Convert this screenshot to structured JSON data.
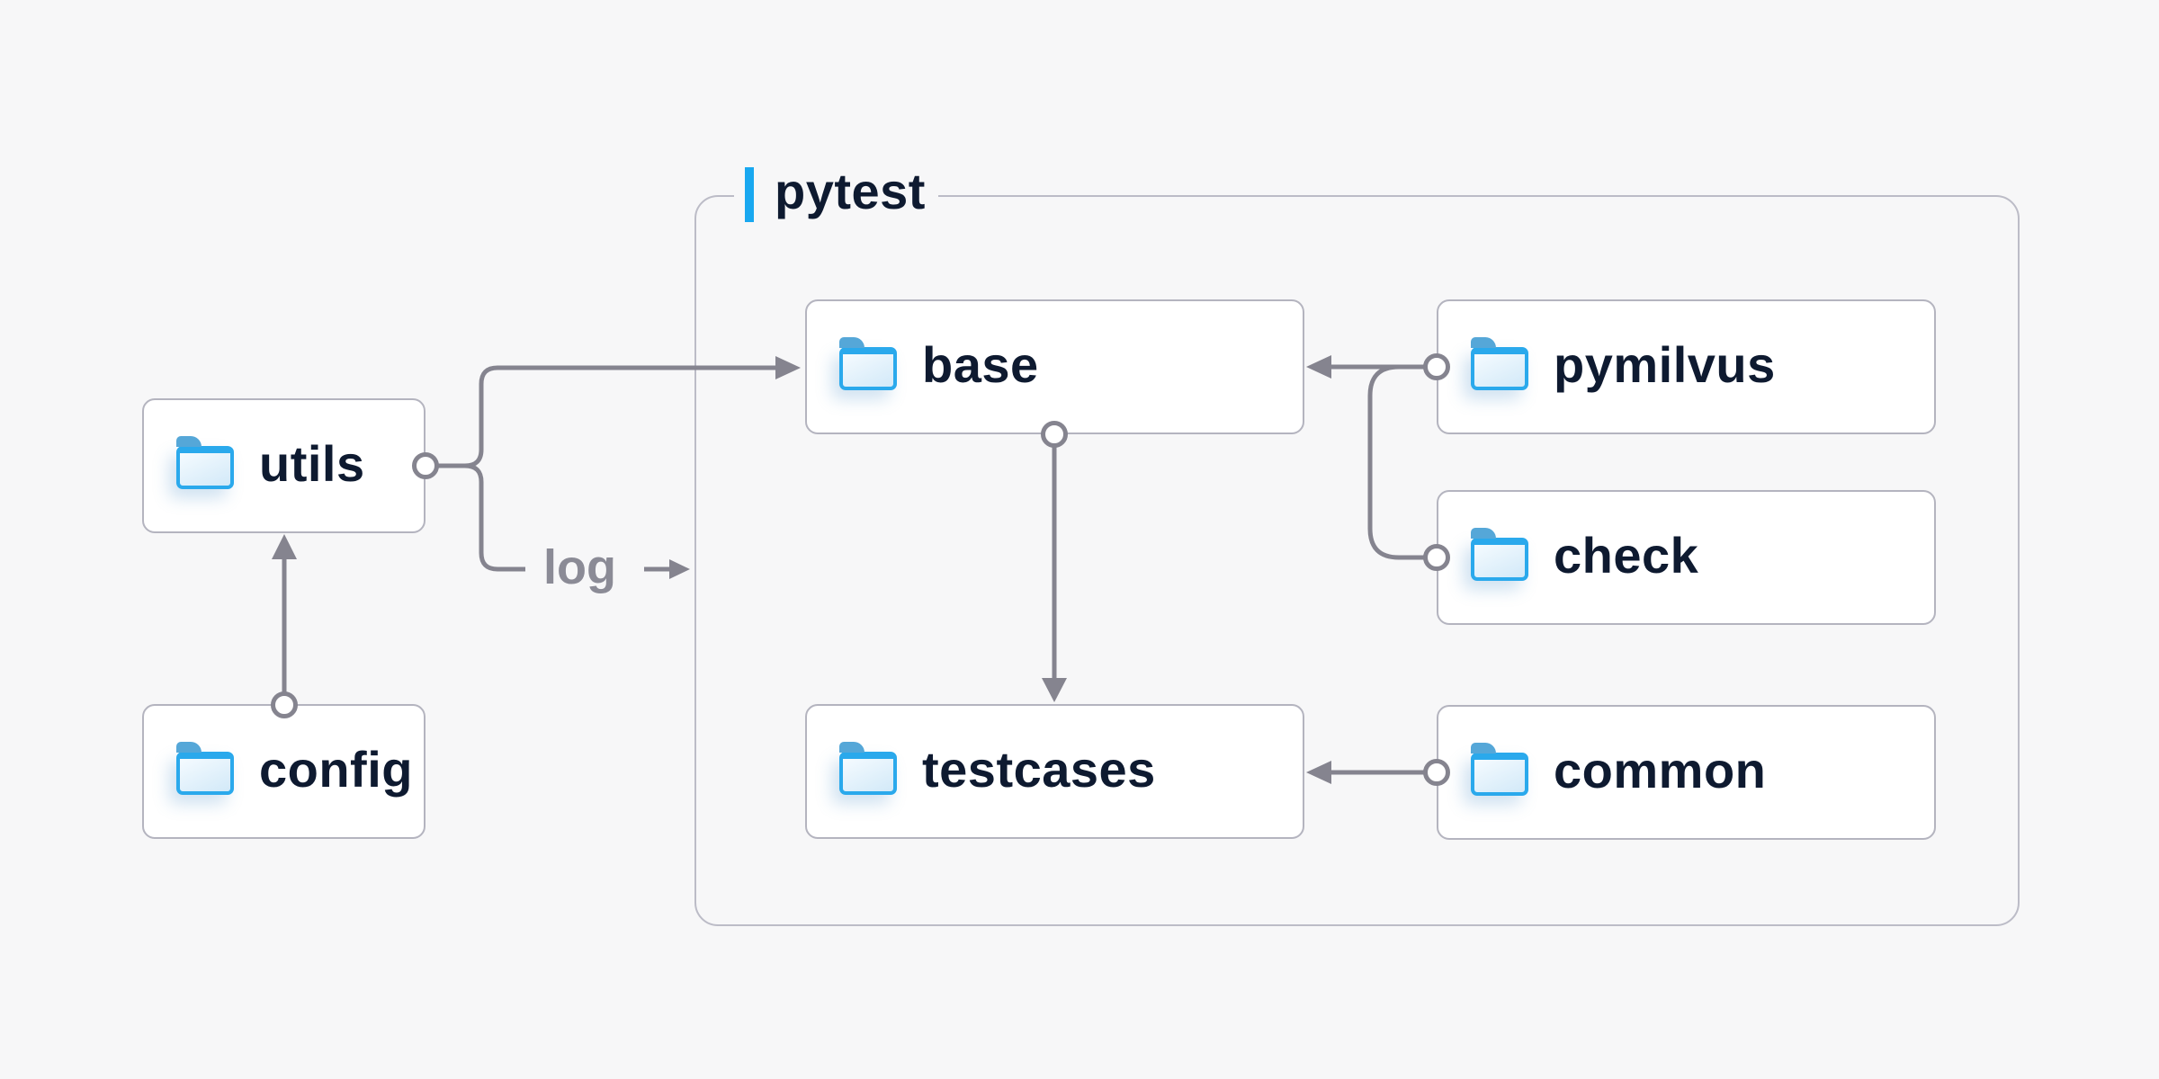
{
  "colors": {
    "background": "#f7f7f8",
    "accent_blue": "#19a8f0",
    "folder_blue": "#2aa9ec",
    "line_gray": "#85848f",
    "text_dark": "#0e1a30",
    "text_gray": "#8b8b96",
    "box_border": "#b4b4bf"
  },
  "diagram": {
    "group_label": "pytest",
    "log_label": "log",
    "log_arrow": "→",
    "nodes": {
      "utils": {
        "label": "utils"
      },
      "config": {
        "label": "config"
      },
      "base": {
        "label": "base"
      },
      "testcases": {
        "label": "testcases"
      },
      "pymilvus": {
        "label": "pymilvus"
      },
      "check": {
        "label": "check"
      },
      "common": {
        "label": "common"
      }
    },
    "edges": [
      {
        "from": "config",
        "to": "utils"
      },
      {
        "from": "utils",
        "to": "base"
      },
      {
        "from": "utils",
        "to": "pytest",
        "label": "log"
      },
      {
        "from": "pymilvus",
        "to": "base"
      },
      {
        "from": "check",
        "to": "base"
      },
      {
        "from": "base",
        "to": "testcases"
      },
      {
        "from": "common",
        "to": "testcases"
      }
    ]
  }
}
